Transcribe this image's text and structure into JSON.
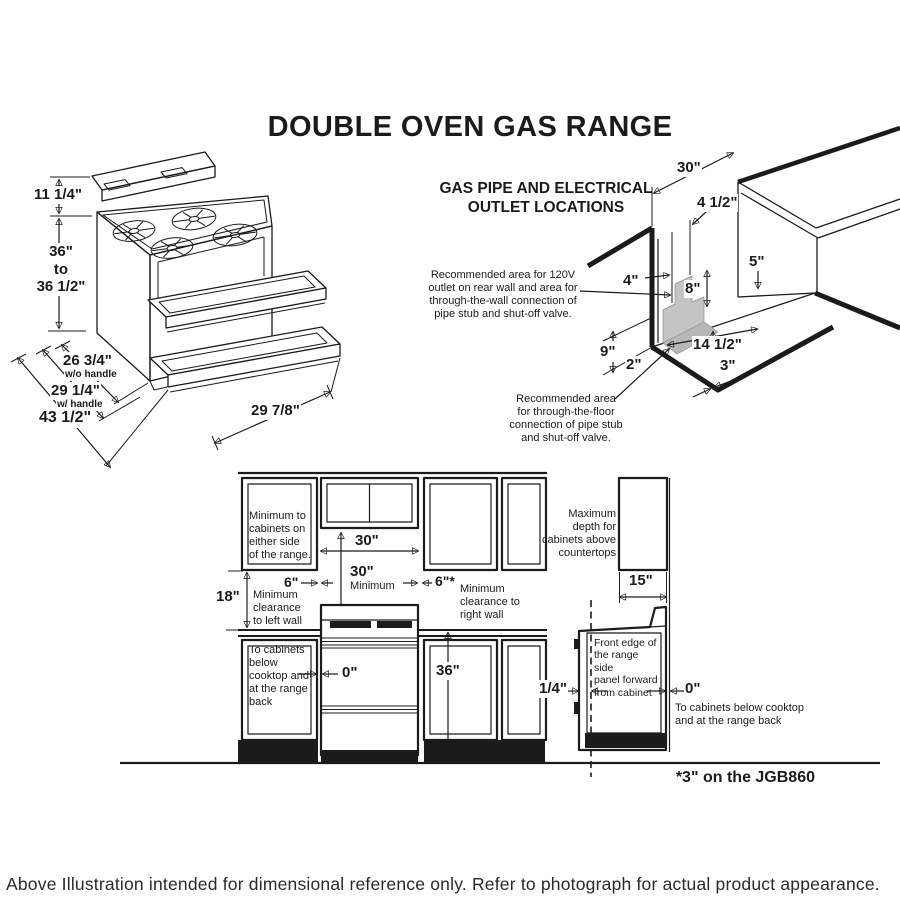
{
  "title": "DOUBLE OVEN GAS RANGE",
  "range_diagram": {
    "backguard_height": "11 1/4\"",
    "cooktop_height": "36\"\nto\n36 1/2\"",
    "depth_without_handle": "26 3/4\"",
    "without_handle_note": "w/o handle",
    "depth_with_handle": "29 1/4\"",
    "with_handle_note": "w/ handle",
    "depth_door_open": "43 1/2\"",
    "door_width": "29 7/8\""
  },
  "gas_diagram": {
    "title": "GAS PIPE AND ELECTRICAL\nOUTLET LOCATIONS",
    "outlet_note": "Recommended area for 120V\noutlet on rear wall and area for\nthrough-the-wall connection of\npipe stub and shut-off valve.",
    "floor_note": "Recommended area\nfor through-the-floor\nconnection of pipe stub\nand shut-off valve.",
    "dim_wall_width": "30\"",
    "dim_outlet_offset": "4 1/2\"",
    "dim_right_gap": "5\"",
    "dim_outlet_left": "4\"",
    "dim_outlet_height": "8\"",
    "dim_floor_depth": "9\"",
    "dim_floor_offset": "2\"",
    "dim_floor_width": "14 1/2\"",
    "dim_floor_right": "3\""
  },
  "front_elevation": {
    "either_side_note": "Minimum to\ncabinets on\neither side\nof the range.",
    "dim_cutout_width": "30\"",
    "dim_min_width": "30\"",
    "dim_min_width_note": "Minimum",
    "dim_left_clearance": "6\"",
    "dim_right_clearance": "6\"*",
    "dim_wall_height": "18\"",
    "left_wall_note": "Minimum\nclearance\nto left wall",
    "right_wall_note": "Minimum\nclearance to\nright wall",
    "below_note": "To cabinets\nbelow\ncooktop and\nat the range\nback",
    "dim_zero": "0\"",
    "dim_counter_height": "36\""
  },
  "side_elevation": {
    "max_depth_note": "Maximum\ndepth for\ncabinets above\ncountertops",
    "dim_cabinet_depth": "15\"",
    "front_edge_note": "Front edge of\nthe range side\npanel forward\nfrom cabinet",
    "dim_front_edge": "1/4\"",
    "dim_zero": "0\"",
    "below_back_note": "To cabinets below cooktop\nand at the range back"
  },
  "footnote": "*3\" on the JGB860",
  "caption": "Above Illustration intended for dimensional reference only. Refer to photograph for actual product appearance."
}
